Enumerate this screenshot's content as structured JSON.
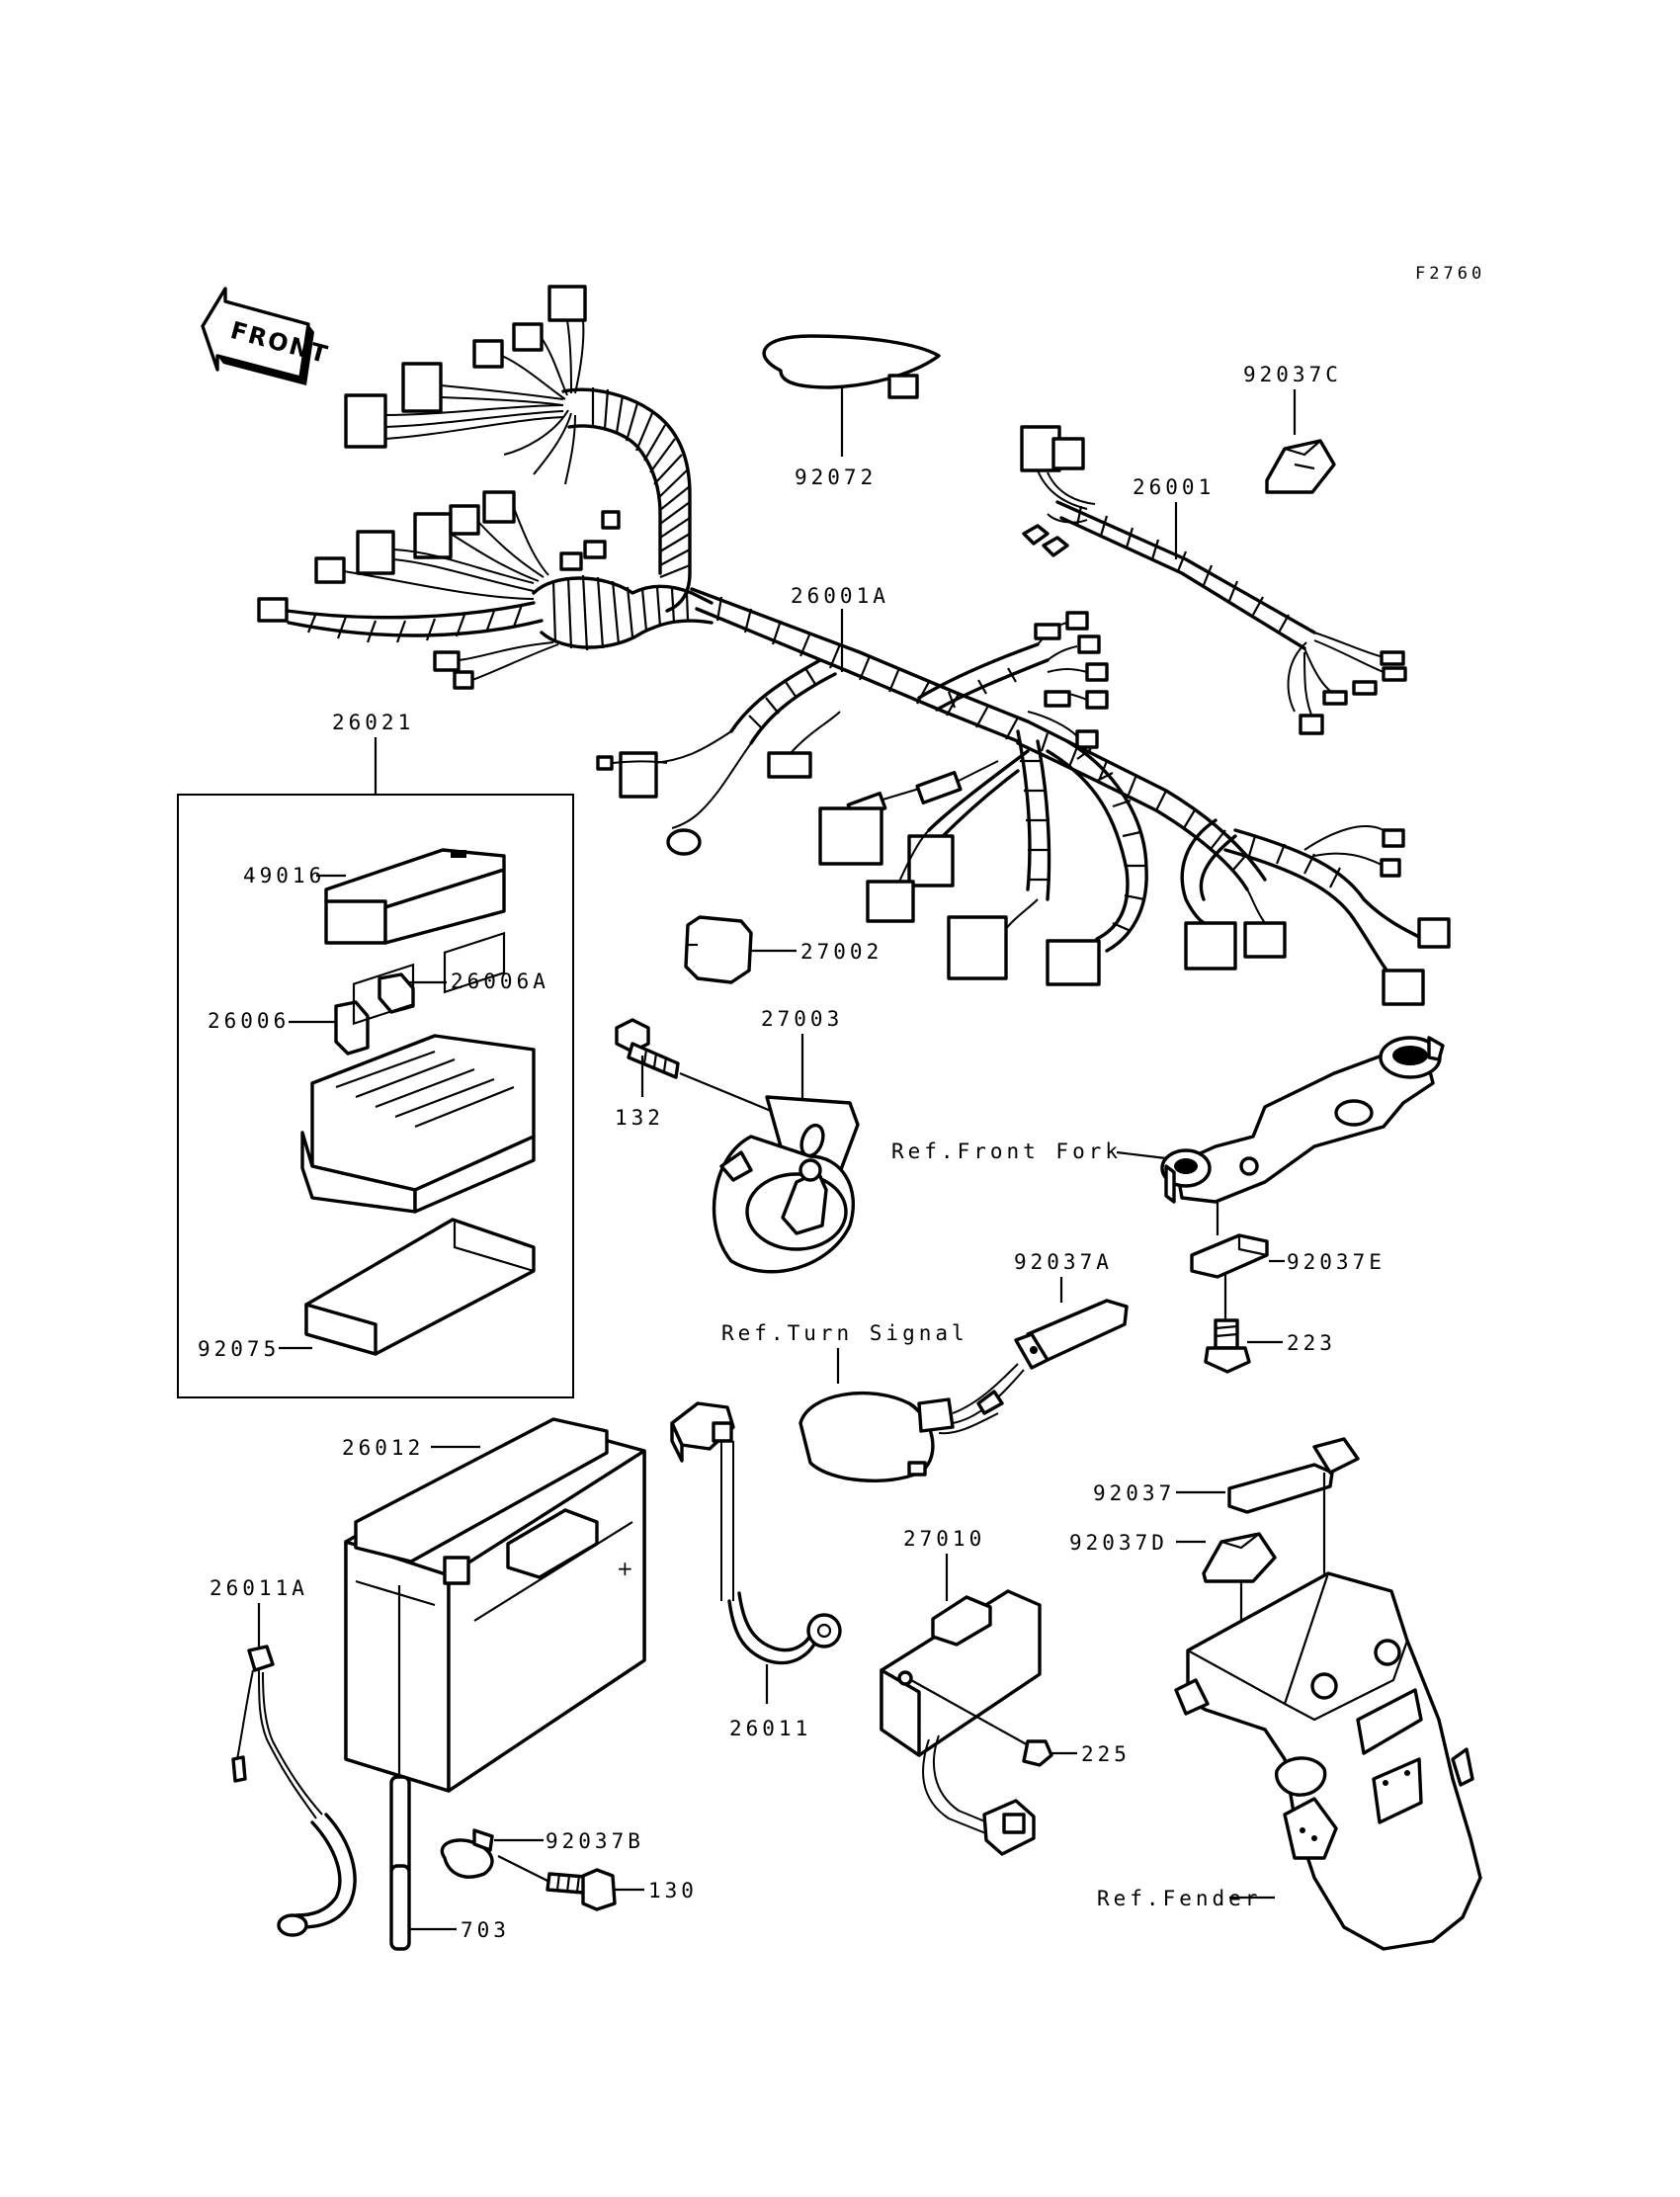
{
  "figure_code": "F2760",
  "front_arrow_label": "FRONT",
  "labels": {
    "p92072": "92072",
    "p92037C": "92037C",
    "p26001": "26001",
    "p26001A": "26001A",
    "p26021": "26021",
    "p49016": "49016",
    "p26006A": "26006A",
    "p26006": "26006",
    "p92075": "92075",
    "p27002": "27002",
    "p27003": "27003",
    "p132": "132",
    "ref_front_fork": "Ref.Front Fork",
    "p92037E": "92037E",
    "p223": "223",
    "p92037A": "92037A",
    "ref_turn_signal": "Ref.Turn Signal",
    "p26012": "26012",
    "p26011A": "26011A",
    "p92037B": "92037B",
    "p130": "130",
    "p703": "703",
    "p26011": "26011",
    "p27010": "27010",
    "p225": "225",
    "p92037": "92037",
    "p92037D": "92037D",
    "ref_fender": "Ref.Fender"
  }
}
